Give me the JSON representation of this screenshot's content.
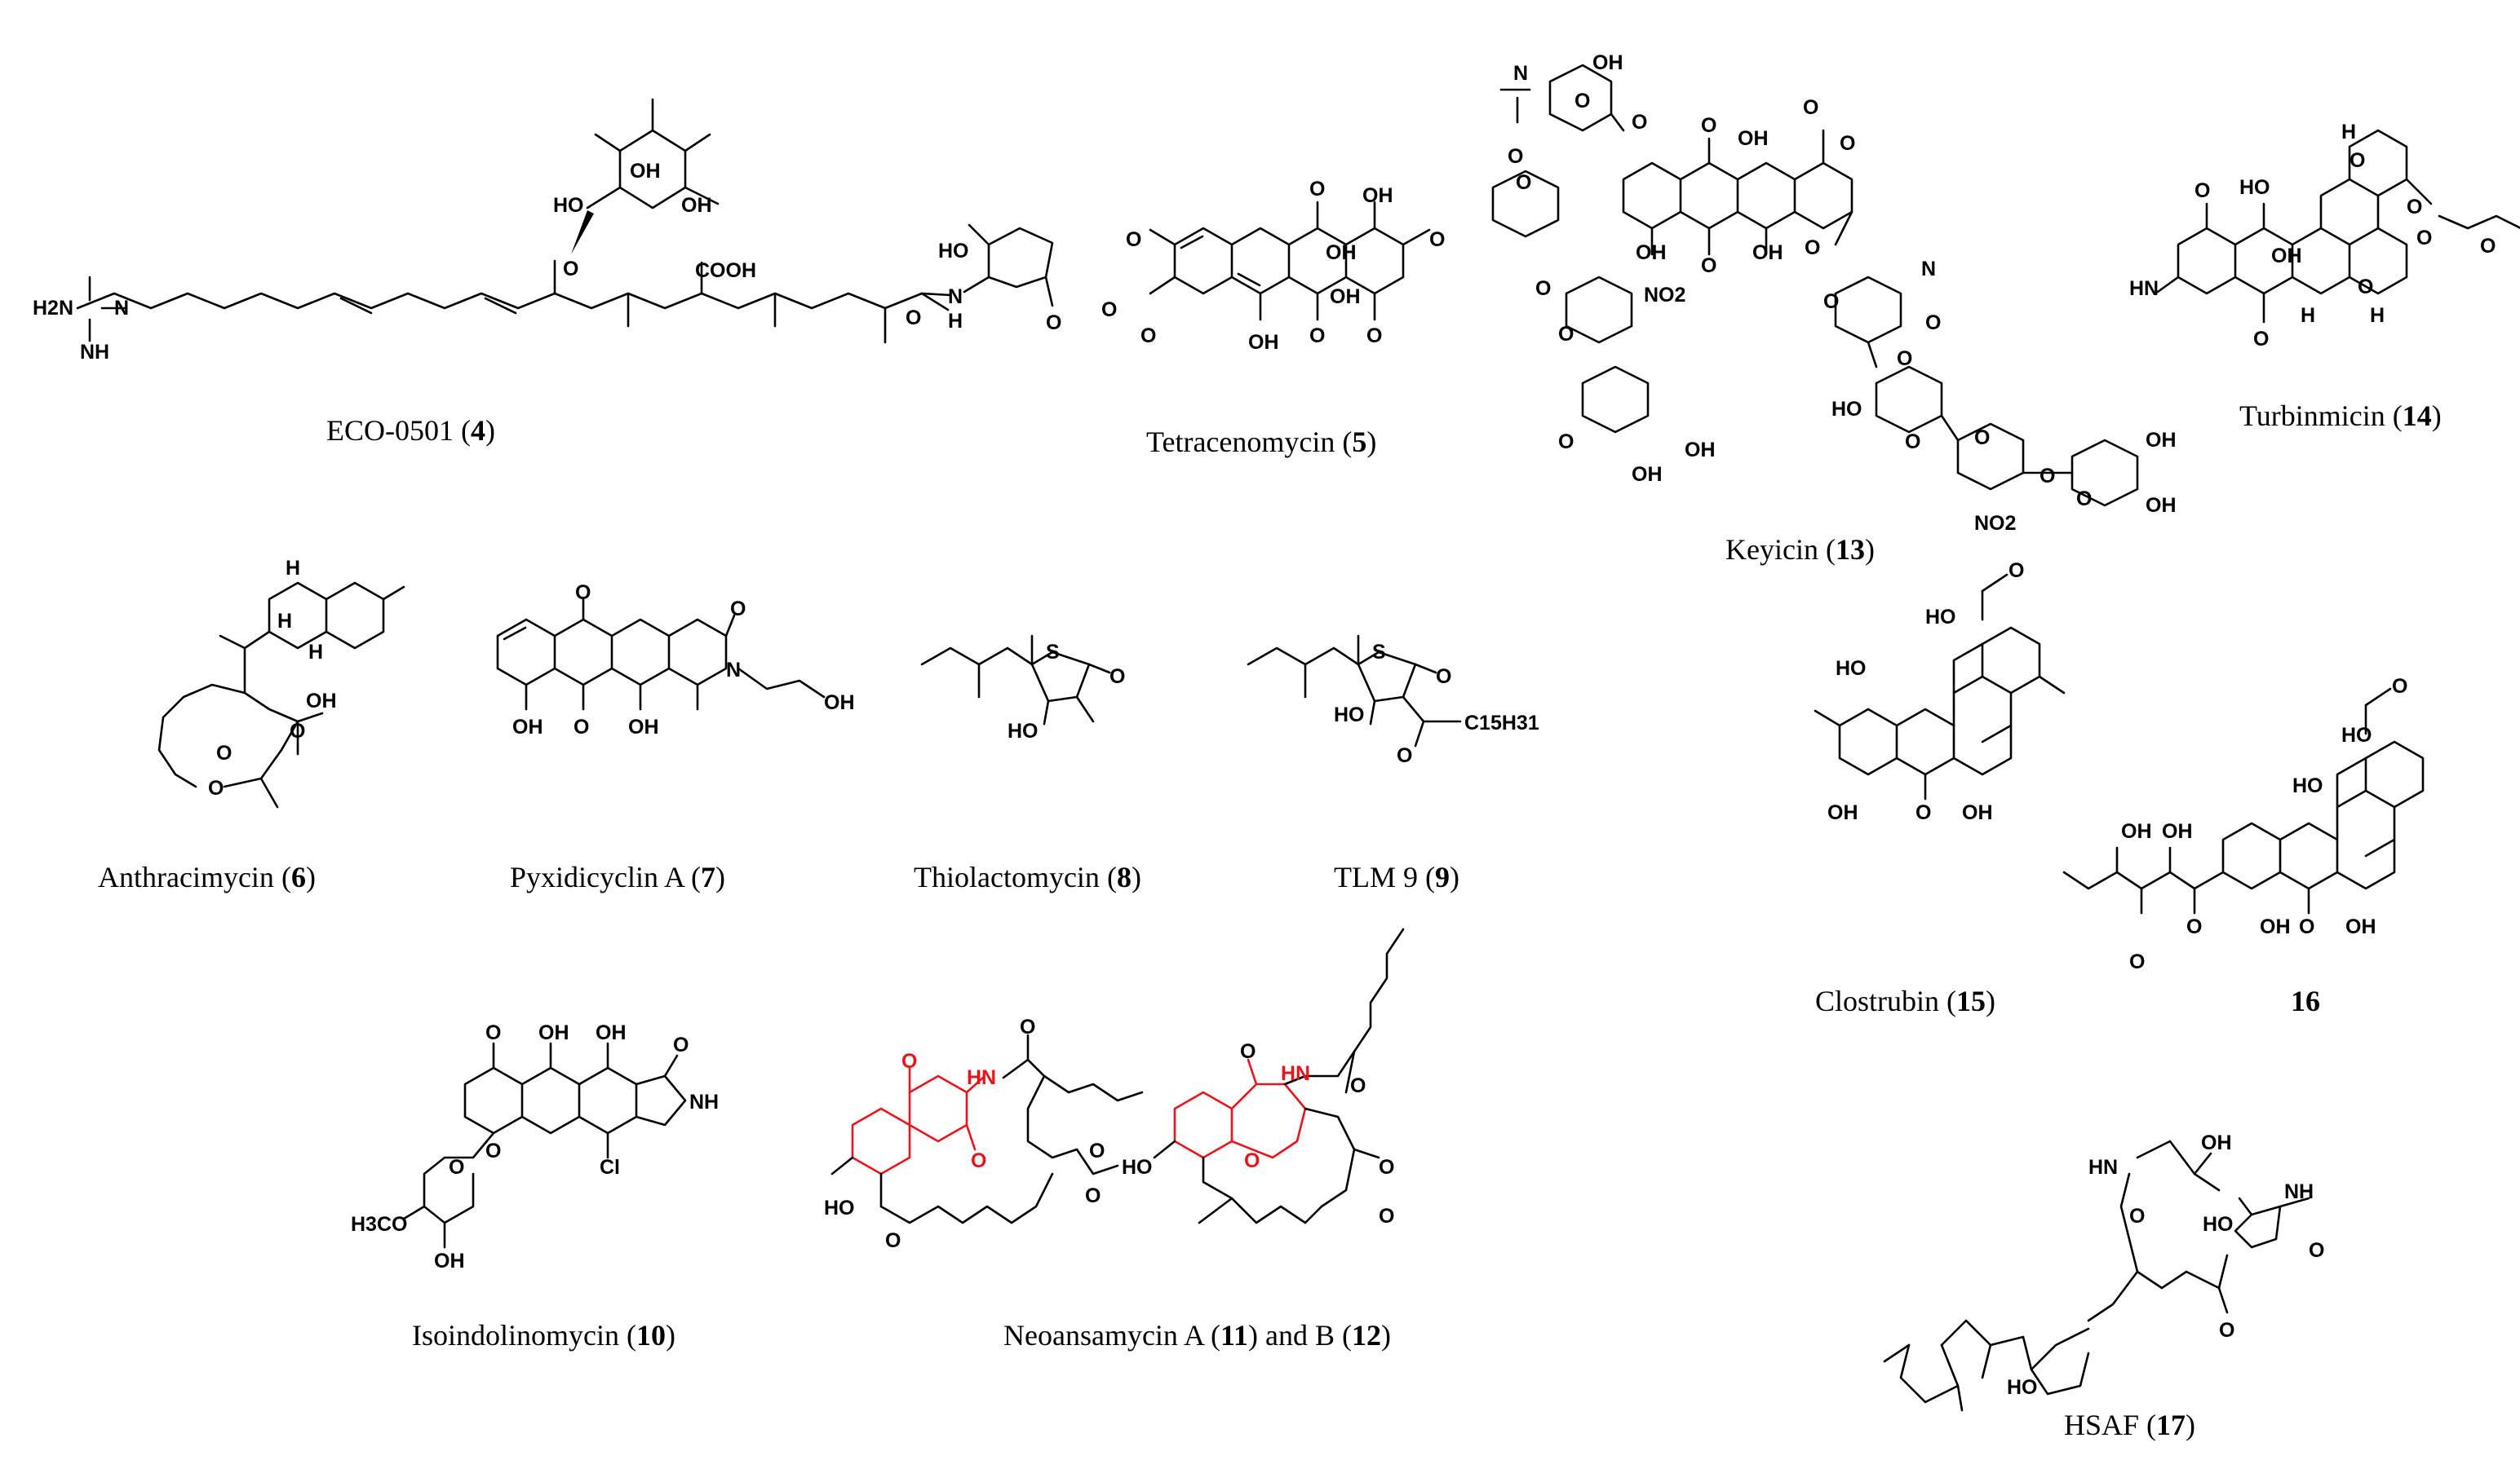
{
  "figure": {
    "compounds": [
      {
        "id": "c4",
        "name": "ECO-0501",
        "number": "4"
      },
      {
        "id": "c5",
        "name": "Tetracenomycin",
        "number": "5"
      },
      {
        "id": "c13",
        "name": "Keyicin",
        "number": "13"
      },
      {
        "id": "c14",
        "name": "Turbinmicin",
        "number": "14"
      },
      {
        "id": "c6",
        "name": "Anthracimycin",
        "number": "6"
      },
      {
        "id": "c7",
        "name": "Pyxidicyclin A",
        "number": "7"
      },
      {
        "id": "c8",
        "name": "Thiolactomycin",
        "number": "8"
      },
      {
        "id": "c9",
        "name": "TLM 9",
        "number": "9"
      },
      {
        "id": "c15",
        "name": "Clostrubin",
        "number": "15"
      },
      {
        "id": "c16",
        "name": "",
        "number": "16"
      },
      {
        "id": "c10",
        "name": "Isoindolinomycin",
        "number": "10"
      },
      {
        "id": "c11",
        "name": "Neoansamycin A",
        "number": "11",
        "joiner": "and B",
        "number2": "12"
      },
      {
        "id": "c17",
        "name": "HSAF",
        "number": "17"
      }
    ],
    "atoms": {
      "c4": [
        "H2N",
        "N",
        "NH",
        "OH",
        "HO",
        "OH",
        "O",
        "COOH",
        "HO",
        "N",
        "H",
        "O",
        "O"
      ],
      "c5": [
        "O",
        "O",
        "O",
        "OH",
        "O",
        "OH",
        "O",
        "OH",
        "O",
        "OH",
        "O"
      ],
      "c13": [
        "N",
        "OH",
        "O",
        "O",
        "O",
        "O",
        "O",
        "O",
        "O",
        "OH",
        "OH",
        "O",
        "OH",
        "O",
        "O",
        "NO2",
        "N",
        "O",
        "O",
        "O",
        "O",
        "HO",
        "O",
        "O",
        "OH",
        "OH",
        "O",
        "O",
        "NO2",
        "O",
        "OH",
        "OH"
      ],
      "c14": [
        "H",
        "O",
        "HO",
        "O",
        "O",
        "O",
        "HN",
        "OH",
        "O",
        "O",
        "H",
        "H",
        "O"
      ],
      "c6": [
        "H",
        "H",
        "H",
        "O",
        "O",
        "O",
        "OH"
      ],
      "c7": [
        "O",
        "O",
        "N",
        "OH",
        "OH",
        "O",
        "OH"
      ],
      "c8": [
        "S",
        "O",
        "HO"
      ],
      "c9": [
        "S",
        "O",
        "HO",
        "O",
        "C15H31"
      ],
      "c15": [
        "O",
        "HO",
        "HO",
        "OH",
        "O",
        "OH"
      ],
      "c16": [
        "O",
        "HO",
        "HO",
        "OH",
        "OH",
        "O",
        "O",
        "OH",
        "O",
        "OH"
      ],
      "c10": [
        "O",
        "OH",
        "OH",
        "O",
        "NH",
        "O",
        "O",
        "Cl",
        "H3CO",
        "OH"
      ],
      "c11": [
        "O",
        "HN",
        "O",
        "O",
        "HO",
        "O",
        "O",
        "O"
      ],
      "c12": [
        "O",
        "HN",
        "O",
        "HO",
        "O",
        "O",
        "O"
      ],
      "c17": [
        "HN",
        "O",
        "OH",
        "NH",
        "HO",
        "O",
        "O",
        "HO"
      ]
    }
  }
}
